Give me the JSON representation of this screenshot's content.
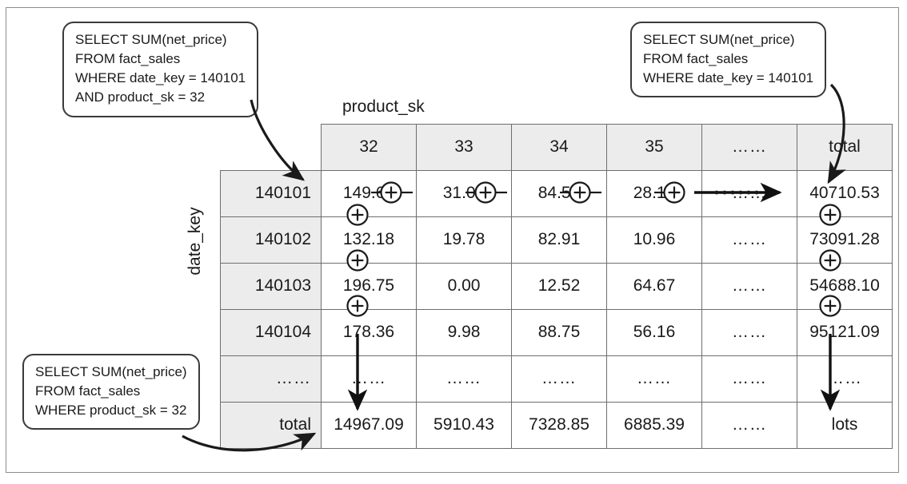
{
  "diagram": {
    "axis_labels": {
      "columns": "product_sk",
      "rows": "date_key"
    },
    "column_headers": [
      "32",
      "33",
      "34",
      "35",
      "……",
      "total"
    ],
    "row_headers": [
      "140101",
      "140102",
      "140103",
      "140104",
      "……",
      "total"
    ],
    "cells": [
      [
        "149.60",
        "31.01",
        "84.58",
        "28.18",
        "……",
        "40710.53"
      ],
      [
        "132.18",
        "19.78",
        "82.91",
        "10.96",
        "……",
        "73091.28"
      ],
      [
        "196.75",
        "0.00",
        "12.52",
        "64.67",
        "……",
        "54688.10"
      ],
      [
        "178.36",
        "9.98",
        "88.75",
        "56.16",
        "……",
        "95121.09"
      ],
      [
        "……",
        "……",
        "……",
        "……",
        "……",
        "……"
      ],
      [
        "14967.09",
        "5910.43",
        "7328.85",
        "6885.39",
        "……",
        "lots"
      ]
    ],
    "operator_symbol": "+",
    "colors": {
      "header_fill": "#ececec",
      "cell_fill": "#ffffff",
      "grid_line": "#6e6e6e",
      "frame_line": "#8c8c8c",
      "ink": "#1a1a1a"
    }
  },
  "callouts": {
    "cell_query": {
      "name": "single-cell-query",
      "lines": [
        "SELECT SUM(net_price)",
        "FROM fact_sales",
        "WHERE date_key = 140101",
        "AND product_sk = 32"
      ]
    },
    "row_total_query": {
      "name": "row-total-query",
      "lines": [
        "SELECT SUM(net_price)",
        "FROM fact_sales",
        "WHERE date_key = 140101"
      ]
    },
    "column_total_query": {
      "name": "column-total-query",
      "lines": [
        "SELECT SUM(net_price)",
        "FROM fact_sales",
        "WHERE product_sk = 32"
      ]
    }
  }
}
